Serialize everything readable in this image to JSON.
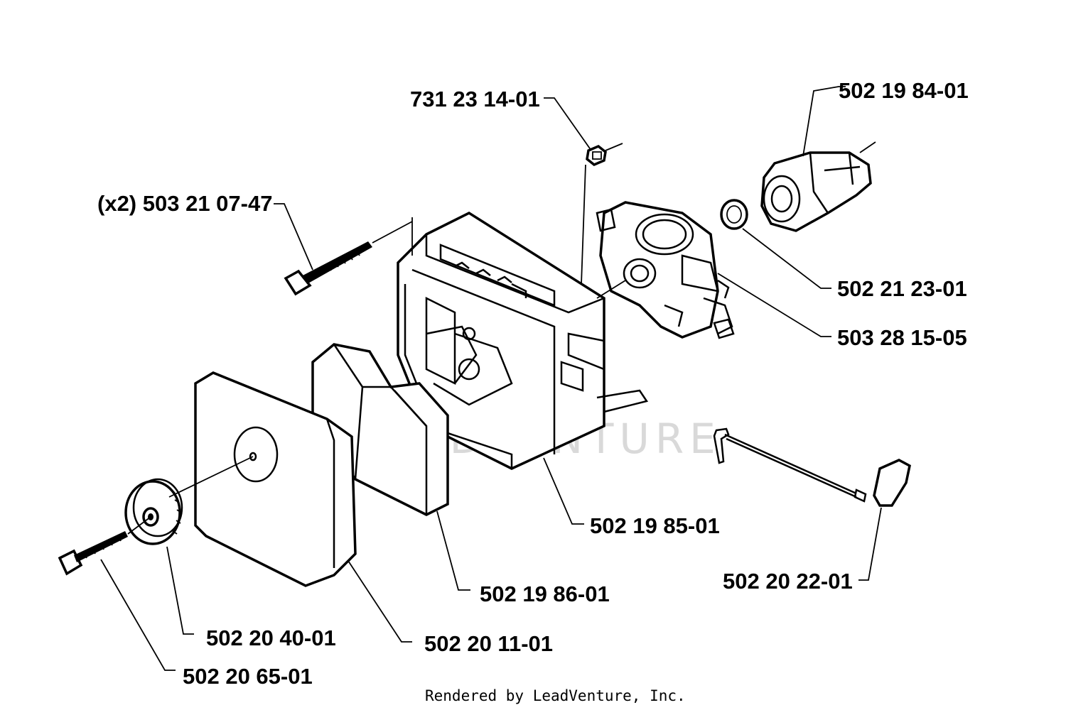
{
  "watermark": "LEADVENTURE",
  "footer": "Rendered by LeadVenture, Inc.",
  "labels": {
    "p731231401": "731 23 14-01",
    "p502198401": "502 19 84-01",
    "p503210747": "(x2) 503 21 07-47",
    "p502212301": "502 21 23-01",
    "p503281505": "503 28 15-05",
    "p502198501": "502 19 85-01",
    "p502202201": "502 20 22-01",
    "p502198601": "502 19 86-01",
    "p502204001": "502 20 40-01",
    "p502201101": "502 20 11-01",
    "p502206501": "502 20 65-01"
  }
}
